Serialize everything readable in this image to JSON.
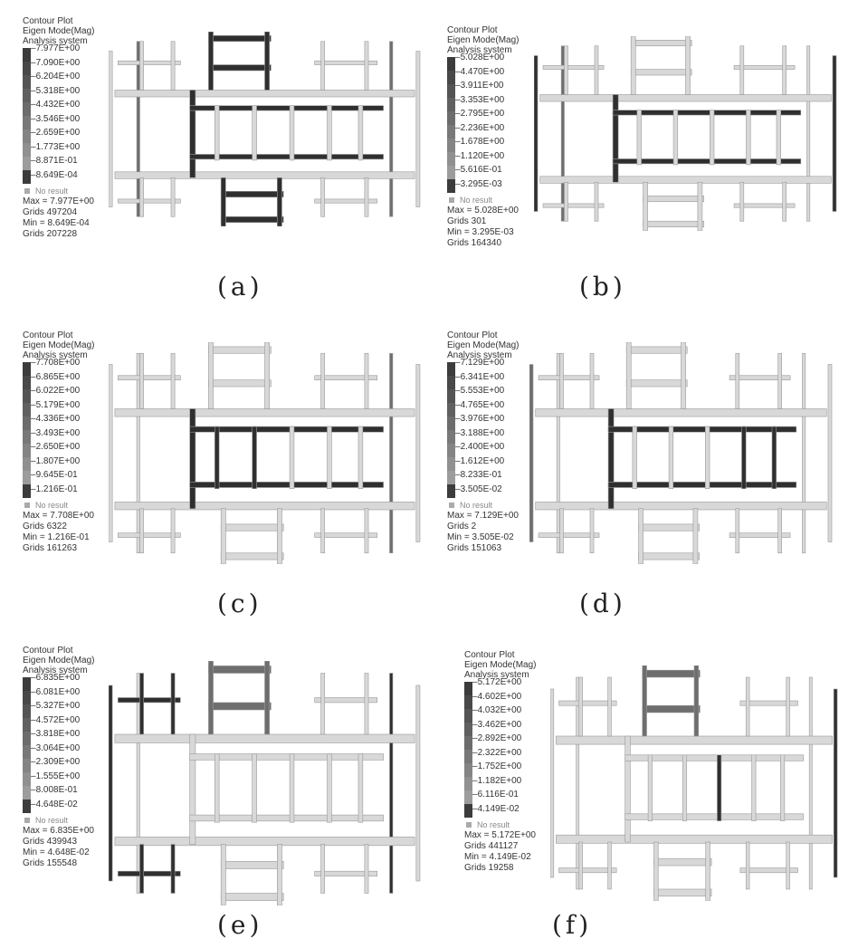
{
  "panels": [
    {
      "id": "a",
      "caption": "(a)",
      "header": [
        "Contour Plot",
        "Eigen Mode(Mag)",
        "Analysis system"
      ],
      "ticks": [
        "7.977E+00",
        "7.090E+00",
        "6.204E+00",
        "5.318E+00",
        "4.432E+00",
        "3.546E+00",
        "2.659E+00",
        "1.773E+00",
        "8.871E-01",
        "8.649E-04"
      ],
      "no_result": "No result",
      "max": "Max = 7.977E+00",
      "grids_max": "Grids 497204",
      "min": "Min = 8.649E-04",
      "grids_min": "Grids 207228"
    },
    {
      "id": "b",
      "caption": "(b)",
      "header": [
        "Contour Plot",
        "Eigen Mode(Mag)",
        "Analysis system"
      ],
      "ticks": [
        "5.028E+00",
        "4.470E+00",
        "3.911E+00",
        "3.353E+00",
        "2.795E+00",
        "2.236E+00",
        "1.678E+00",
        "1.120E+00",
        "5.616E-01",
        "3.295E-03"
      ],
      "no_result": "No result",
      "max": "Max = 5.028E+00",
      "grids_max": "Grids 301",
      "min": "Min = 3.295E-03",
      "grids_min": "Grids 164340"
    },
    {
      "id": "c",
      "caption": "(c)",
      "header": [
        "Contour Plot",
        "Eigen Mode(Mag)",
        "Analysis system"
      ],
      "ticks": [
        "7.708E+00",
        "6.865E+00",
        "6.022E+00",
        "5.179E+00",
        "4.336E+00",
        "3.493E+00",
        "2.650E+00",
        "1.807E+00",
        "9.645E-01",
        "1.216E-01"
      ],
      "no_result": "No result",
      "max": "Max = 7.708E+00",
      "grids_max": "Grids 6322",
      "min": "Min = 1.216E-01",
      "grids_min": "Grids 161263"
    },
    {
      "id": "d",
      "caption": "(d)",
      "header": [
        "Contour Plot",
        "Eigen Mode(Mag)",
        "Analysis system"
      ],
      "ticks": [
        "7.129E+00",
        "6.341E+00",
        "5.553E+00",
        "4.765E+00",
        "3.976E+00",
        "3.188E+00",
        "2.400E+00",
        "1.612E+00",
        "8.233E-01",
        "3.505E-02"
      ],
      "no_result": "No result",
      "max": "Max = 7.129E+00",
      "grids_max": "Grids 2",
      "min": "Min = 3.505E-02",
      "grids_min": "Grids 151063"
    },
    {
      "id": "e",
      "caption": "(e)",
      "header": [
        "Contour Plot",
        "Eigen Mode(Mag)",
        "Analysis system"
      ],
      "ticks": [
        "6.835E+00",
        "6.081E+00",
        "5.327E+00",
        "4.572E+00",
        "3.818E+00",
        "3.064E+00",
        "2.309E+00",
        "1.555E+00",
        "8.008E-01",
        "4.648E-02"
      ],
      "no_result": "No result",
      "max": "Max = 6.835E+00",
      "grids_max": "Grids 439943",
      "min": "Min = 4.648E-02",
      "grids_min": "Grids 155548"
    },
    {
      "id": "f",
      "caption": "(f)",
      "header": [
        "Contour Plot",
        "Eigen Mode(Mag)",
        "Analysis system"
      ],
      "ticks": [
        "5.172E+00",
        "4.602E+00",
        "4.032E+00",
        "3.462E+00",
        "2.892E+00",
        "2.322E+00",
        "1.752E+00",
        "1.182E+00",
        "6.116E-01",
        "4.149E-02"
      ],
      "no_result": "No result",
      "max": "Max = 5.172E+00",
      "grids_max": "Grids 441127",
      "min": "Min = 4.149E-02",
      "grids_min": "Grids 19258"
    }
  ],
  "colors": {
    "dark": "#2f2f2f",
    "mid": "#6e6e6e",
    "light": "#d8d8d8",
    "bar_light": "#e6e6e6"
  }
}
